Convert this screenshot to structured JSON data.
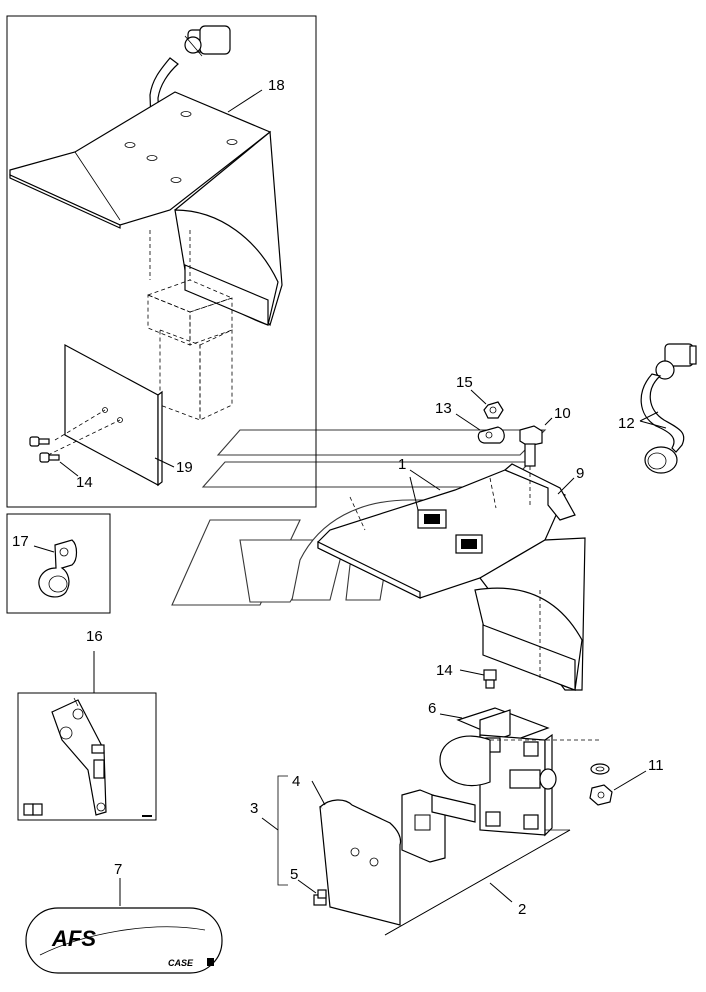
{
  "callouts": [
    {
      "id": "18",
      "label": "18"
    },
    {
      "id": "19",
      "label": "19"
    },
    {
      "id": "14a",
      "label": "14"
    },
    {
      "id": "17",
      "label": "17"
    },
    {
      "id": "16",
      "label": "16"
    },
    {
      "id": "15",
      "label": "15"
    },
    {
      "id": "13",
      "label": "13"
    },
    {
      "id": "10",
      "label": "10"
    },
    {
      "id": "12",
      "label": "12"
    },
    {
      "id": "1",
      "label": "1"
    },
    {
      "id": "9",
      "label": "9"
    },
    {
      "id": "14b",
      "label": "14"
    },
    {
      "id": "6",
      "label": "6"
    },
    {
      "id": "11",
      "label": "11"
    },
    {
      "id": "4",
      "label": "4"
    },
    {
      "id": "3",
      "label": "3"
    },
    {
      "id": "5",
      "label": "5"
    },
    {
      "id": "2",
      "label": "2"
    },
    {
      "id": "7",
      "label": "7"
    }
  ],
  "logo": {
    "brand": "AFS",
    "maker": "CASE"
  },
  "colors": {
    "line": "#000000",
    "background": "#ffffff"
  }
}
